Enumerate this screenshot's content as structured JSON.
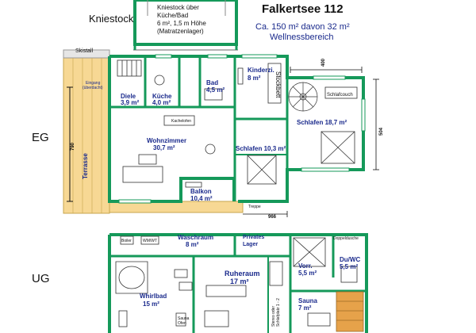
{
  "header": {
    "title": "Falkertsee 112",
    "subtitle": "Ca. 150 m² davon 32 m²",
    "subtitle2": "Wellnessbereich"
  },
  "attic": {
    "label": "Kniestock",
    "note": [
      "Kniestock über",
      "Küche/Bad",
      "6 m², 1,5 m Höhe",
      "(Matratzenlager)"
    ]
  },
  "floors": {
    "eg": "EG",
    "ug": "UG"
  },
  "eg": {
    "skistall": "Skistall",
    "eingang": [
      "Eingang",
      "(überdacht)"
    ],
    "terrasse": "Terrasse",
    "dim_terrasse": "790",
    "dim_top": "400",
    "dim_right": "504",
    "dim_bottom": "966",
    "treppe": "Treppe",
    "kachelofen": "Kachelofen",
    "schlafcouch": "Schlafcouch",
    "stockbett": "Stockbett",
    "rooms": {
      "diele": [
        "Diele",
        "3,9 m²"
      ],
      "kueche": [
        "Küche",
        "4,0 m²"
      ],
      "bad": [
        "Bad",
        "4,5 m²"
      ],
      "kinderzi": [
        "Kinderzi.",
        "8 m²"
      ],
      "wohnzimmer": [
        "Wohnzimmer",
        "30,7 m²"
      ],
      "schlafen2": "Schlafen 10,3 m²",
      "schlafen1": "Schlafen 18,7 m²",
      "balkon": [
        "Balkon",
        "10,4 m²"
      ]
    }
  },
  "ug": {
    "boiler": "Boiler",
    "wm_wt": "WM/WT",
    "doppeldusche": "Doppeldusche",
    "stereo": [
      "Stereo oder",
      "Schlafplatz 1 - 2"
    ],
    "ofen": [
      "Sauna",
      "Ofen"
    ],
    "rooms": {
      "waschraum": [
        "Waschraum",
        "8 m²"
      ],
      "lager": [
        "Privates",
        "Lager"
      ],
      "vorr": [
        "Vorr.",
        "5,5 m²"
      ],
      "duwc": [
        "Du/WC",
        "5,5 m²"
      ],
      "ruheraum": [
        "Ruheraum",
        "17 m²"
      ],
      "whirlbad": [
        "Whirlbad",
        "15 m²"
      ],
      "sauna": [
        "Sauna",
        "7 m²"
      ]
    }
  },
  "colors": {
    "wall": "#15995a",
    "label": "#1a2a8c",
    "terrace": "#f7d894"
  }
}
